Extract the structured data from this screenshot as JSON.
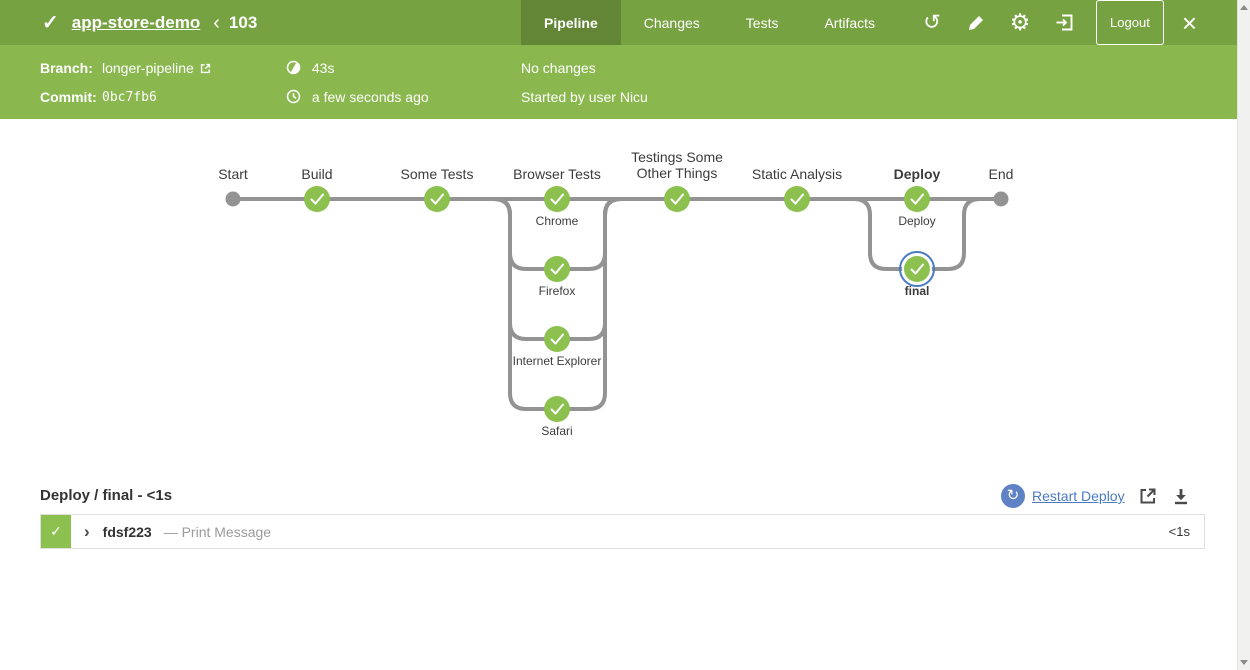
{
  "colors": {
    "header_green": "#77a241",
    "info_bar_green": "#8ab84e",
    "success_green": "#8cc04f",
    "line_gray": "#949393",
    "link_blue": "#4a7bc2",
    "selected_ring_blue": "#4a7bc2"
  },
  "icons": {
    "status_check": "✓",
    "back_chevron": "‹",
    "replay": "↺",
    "gear": "⚙",
    "close": "×",
    "restart": "↻",
    "log_chevron": "›",
    "log_check": "✓"
  },
  "header": {
    "pipeline_name": "app-store-demo",
    "run_number": "103",
    "tabs": [
      {
        "label": "Pipeline",
        "active": true
      },
      {
        "label": "Changes",
        "active": false
      },
      {
        "label": "Tests",
        "active": false
      },
      {
        "label": "Artifacts",
        "active": false
      }
    ],
    "logout_label": "Logout"
  },
  "run_info": {
    "branch_label": "Branch:",
    "branch_value": "longer-pipeline",
    "commit_label": "Commit:",
    "commit_value": "0bc7fb6",
    "duration": "43s",
    "time_ago": "a few seconds ago",
    "changes": "No changes",
    "started_by": "Started by user Nicu"
  },
  "graph": {
    "stages": {
      "start": "Start",
      "build": "Build",
      "some_tests": "Some Tests",
      "browser_tests": "Browser Tests",
      "testings": "Testings Some Other Things",
      "static_analysis": "Static Analysis",
      "deploy": "Deploy",
      "end": "End"
    },
    "branches": {
      "chrome": "Chrome",
      "firefox": "Firefox",
      "internet_explorer": "Internet Explorer",
      "safari": "Safari",
      "deploy": "Deploy",
      "final": "final"
    }
  },
  "detail": {
    "title": "Deploy / final - <1s",
    "restart_label": "Restart Deploy",
    "log_row": {
      "step_id": "fdsf223",
      "description": "— Print Message",
      "duration": "<1s"
    }
  }
}
